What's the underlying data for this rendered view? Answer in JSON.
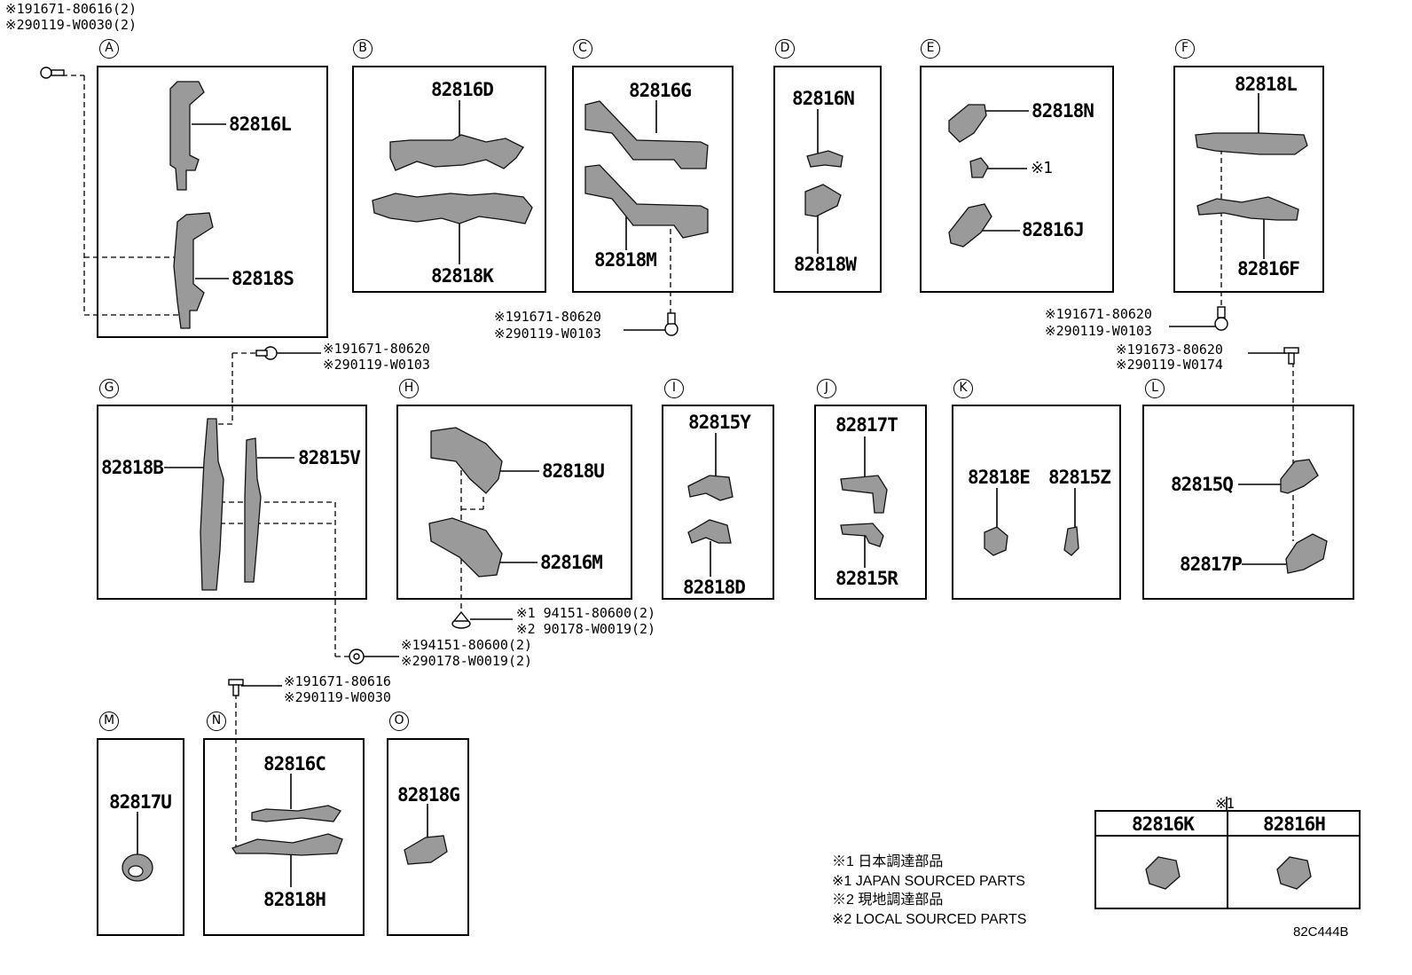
{
  "header_notes": [
    "※191671-80616(2)",
    "※290119-W0030(2)"
  ],
  "panels": {
    "A": {
      "letter": "A",
      "parts": [
        "82816L",
        "82818S"
      ]
    },
    "B": {
      "letter": "B",
      "parts": [
        "82816D",
        "82818K"
      ]
    },
    "C": {
      "letter": "C",
      "parts": [
        "82816G",
        "82818M"
      ]
    },
    "D": {
      "letter": "D",
      "parts": [
        "82816N",
        "82818W"
      ]
    },
    "E": {
      "letter": "E",
      "parts": [
        "82818N",
        "※1",
        "82816J"
      ]
    },
    "F": {
      "letter": "F",
      "parts": [
        "82818L",
        "82816F"
      ]
    },
    "G": {
      "letter": "G",
      "parts": [
        "82818B",
        "82815V"
      ]
    },
    "H": {
      "letter": "H",
      "parts": [
        "82818U",
        "82816M"
      ]
    },
    "I": {
      "letter": "I",
      "parts": [
        "82815Y",
        "82818D"
      ]
    },
    "J": {
      "letter": "J",
      "parts": [
        "82817T",
        "82815R"
      ]
    },
    "K": {
      "letter": "K",
      "parts": [
        "82818E",
        "82815Z"
      ]
    },
    "L": {
      "letter": "L",
      "parts": [
        "82815Q",
        "82817P"
      ]
    },
    "M": {
      "letter": "M",
      "parts": [
        "82817U"
      ]
    },
    "N": {
      "letter": "N",
      "parts": [
        "82816C",
        "82818H"
      ]
    },
    "O": {
      "letter": "O",
      "parts": [
        "82818G"
      ]
    }
  },
  "fastener_notes": {
    "c_bolt": [
      "※191671-80620",
      "※290119-W0103"
    ],
    "f_bolt": [
      "※191671-80620",
      "※290119-W0103"
    ],
    "g_bolt": [
      "※191671-80620",
      "※290119-W0103"
    ],
    "l_bolt": [
      "※191673-80620",
      "※290119-W0174"
    ],
    "h_clip": [
      "※1 94151-80600(2)",
      "※2 90178-W0019(2)"
    ],
    "g_clip": [
      "※194151-80600(2)",
      "※290178-W0019(2)"
    ],
    "n_bolt": [
      "※191671-80616",
      "※290119-W0030"
    ]
  },
  "sourced_box": {
    "marker": "※1",
    "parts": [
      "82816K",
      "82816H"
    ]
  },
  "legend": [
    "※1 日本調達部品",
    "※1 JAPAN SOURCED PARTS",
    "※2 現地調達部品",
    "※2 LOCAL SOURCED PARTS"
  ],
  "diagram_code": "82C444B"
}
